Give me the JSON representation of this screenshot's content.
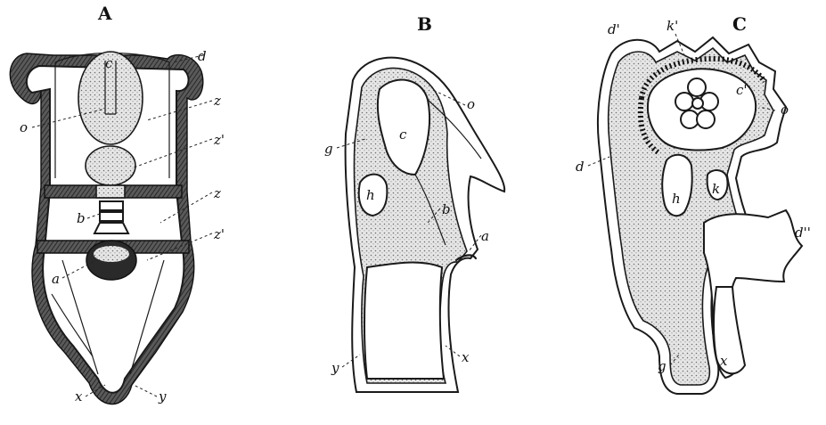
{
  "panels": [
    {
      "title": "A",
      "labels": [
        "d",
        "c",
        "o",
        "z",
        "z'",
        "z",
        "b",
        "z'",
        "a",
        "x",
        "y"
      ]
    },
    {
      "title": "B",
      "labels": [
        "o",
        "c",
        "g",
        "h",
        "b",
        "a",
        "y",
        "x"
      ]
    },
    {
      "title": "C",
      "labels": [
        "d'",
        "k'",
        "c'",
        "o",
        "d",
        "h",
        "k",
        "d''",
        "g",
        "x"
      ]
    }
  ],
  "icons": {
    "figure_a": "embryo-dorsal-view-drawing",
    "figure_b": "embryo-side-section-drawing",
    "figure_c": "embryo-later-stage-drawing"
  }
}
